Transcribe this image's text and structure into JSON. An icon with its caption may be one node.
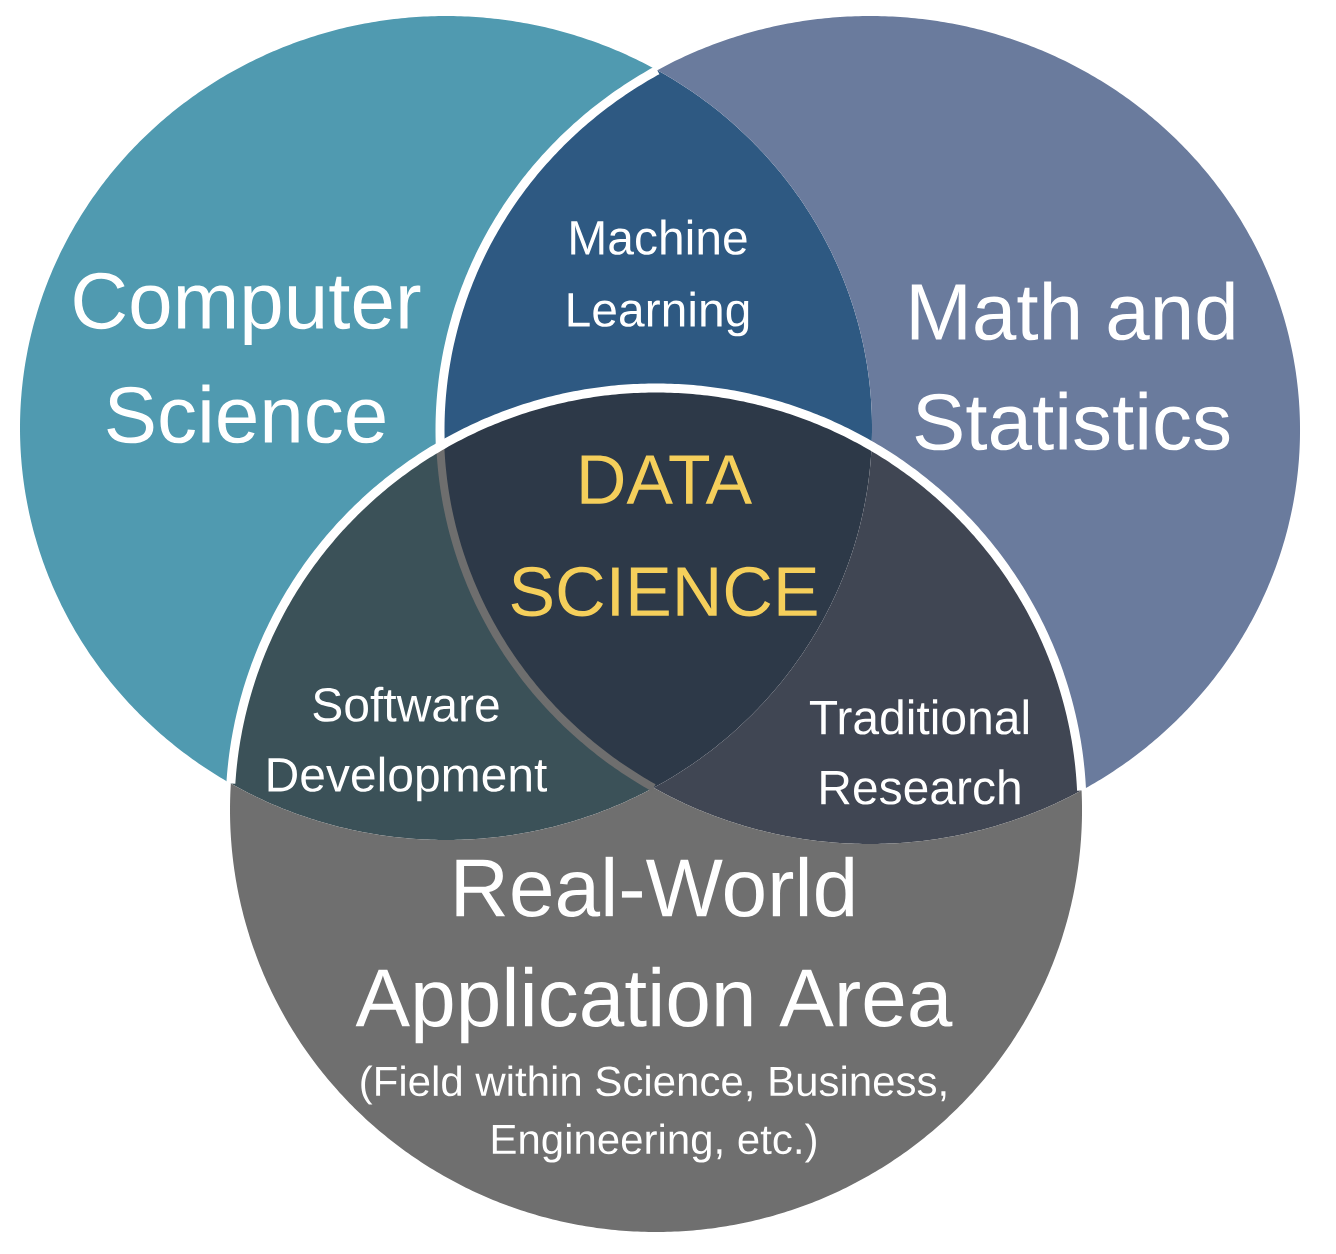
{
  "diagram": {
    "nodes": [
      {
        "text": [
          "Computer Science"
        ]
      },
      {
        "text": [
          "Machine Learning"
        ]
      },
      {
        "text": [
          "Math and Statistics"
        ]
      },
      {
        "text": [
          "DATA SCIENCE"
        ]
      },
      {
        "text": [
          "Software Development"
        ]
      },
      {
        "text": [
          "Traditional Research"
        ]
      },
      {
        "text": [
          "Real-World Application Area",
          "(Field within Science, Business, Engineering, etc.)"
        ]
      }
    ]
  }
}
